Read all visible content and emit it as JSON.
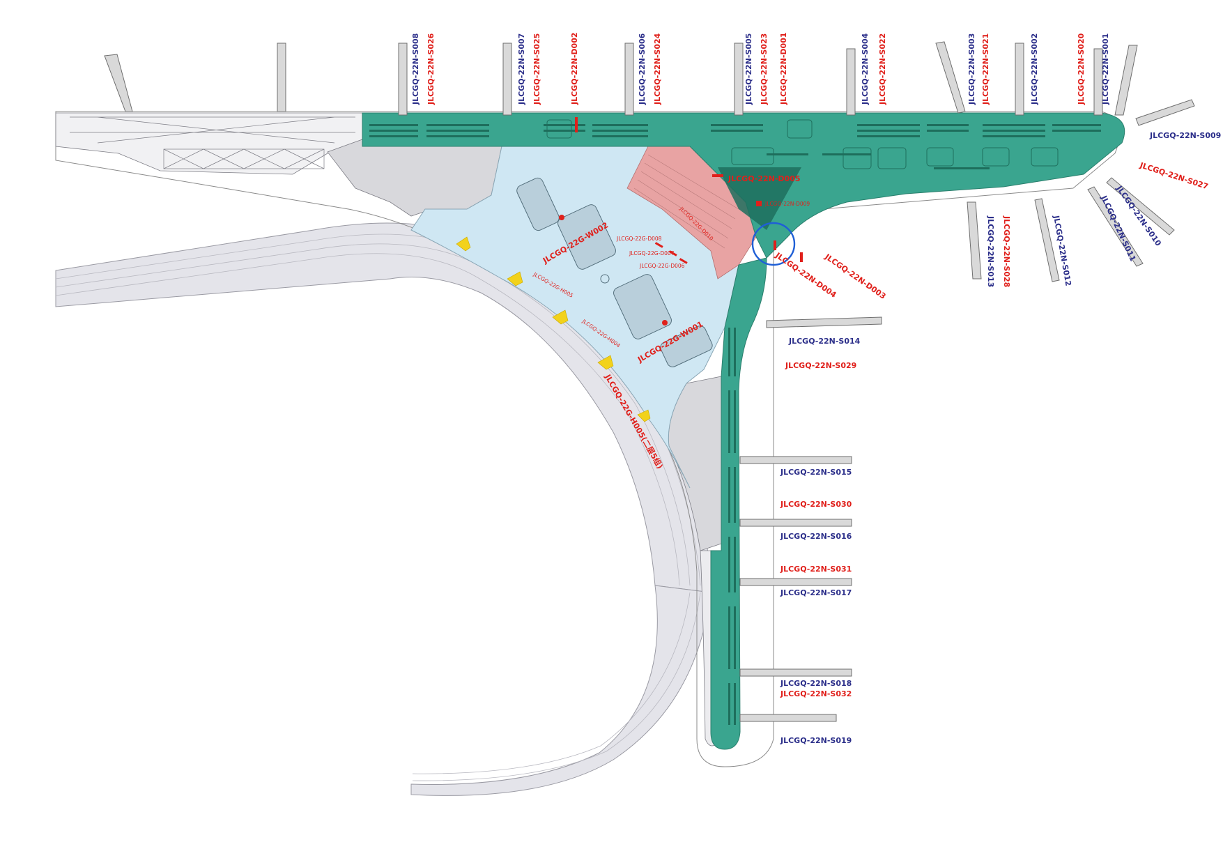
{
  "map": {
    "colors": {
      "concourse": "#3aa58f",
      "hall": "#cfe7f3",
      "pink_zone": "#e8a3a3",
      "gray_zone": "#d8d8dc",
      "blue_label": "#2c2f8a",
      "red_label": "#e0201b",
      "arrow": "#f2d21b",
      "marker_ring": "#1f5fd6"
    },
    "north_gates": [
      {
        "s": "JLCGQ-22N-S008",
        "r": "JLCGQ-22N-S026"
      },
      {
        "s": "JLCGQ-22N-S007",
        "r": "JLCGQ-22N-S025",
        "d": "JLCGQ-22N-D002"
      },
      {
        "s": "JLCGQ-22N-S006",
        "r": "JLCGQ-22N-S024"
      },
      {
        "s": "JLCGQ-22N-S005",
        "r": "JLCGQ-22N-S023",
        "d": "JLCGQ-22N-D001"
      },
      {
        "s": "JLCGQ-22N-S004",
        "r": "JLCGQ-22N-S022"
      },
      {
        "s": "JLCGQ-22N-S003",
        "r": "JLCGQ-22N-S021"
      },
      {
        "s": "JLCGQ-22N-S002"
      },
      {
        "r": "JLCGQ-22N-S020",
        "s": "JLCGQ-22N-S001"
      }
    ],
    "east_tip": {
      "s009": "JLCGQ-22N-S009",
      "s027": "JLCGQ-22N-S027",
      "s010": "JLCGQ-22N-S010",
      "s011": "JLCGQ-22N-S011",
      "s012": "JLCGQ-22N-S012",
      "s013": "JLCGQ-22N-S013",
      "s028": "JLCGQ-22N-S028"
    },
    "south_gates": {
      "s014": "JLCGQ-22N-S014",
      "s029": "JLCGQ-22N-S029",
      "s015": "JLCGQ-22N-S015",
      "s030": "JLCGQ-22N-S030",
      "s016": "JLCGQ-22N-S016",
      "s031": "JLCGQ-22N-S031",
      "s017": "JLCGQ-22N-S017",
      "s018": "JLCGQ-22N-S018",
      "s032": "JLCGQ-22N-S032",
      "s019": "JLCGQ-22N-S019"
    },
    "junction": {
      "d005": "JLCGQ-22N-D005",
      "d009": "JLCGQ-22N-D009",
      "d004": "JLCGQ-22N-D004",
      "d003": "JLCGQ-22N-D003"
    },
    "hall": {
      "w002": "JLCGQ-22G-W002",
      "w001": "JLCGQ-22G-W001",
      "d008": "JLCGQ-22G-D008",
      "d007": "JLCGQ-22G-D007",
      "d006": "JLCGQ-22G-D006",
      "h005": "JLCGQ-22G-H005(二层5组)",
      "h_small1": "JLCGQ-22G-H005",
      "h_small2": "JLCGQ-22G-H004",
      "pink_text": "JLCGQ-22G-D010"
    }
  }
}
